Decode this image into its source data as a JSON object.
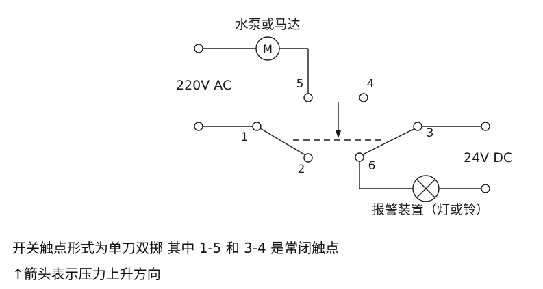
{
  "diagram": {
    "motor_label": "水泵或马达",
    "motor_symbol": "M",
    "ac_source_label": "220V AC",
    "dc_source_label": "24V DC",
    "alarm_label": "报警装置（灯或铃）",
    "contacts": {
      "c1": "1",
      "c2": "2",
      "c3": "3",
      "c4": "4",
      "c5": "5",
      "c6": "6"
    }
  },
  "captions": {
    "line1": "开关触点形式为单刀双掷  其中 1-5 和 3-4 是常闭触点",
    "line2": "↑箭头表示压力上升方向"
  },
  "colors": {
    "line": "#1a1a1a",
    "background": "#ffffff",
    "text": "#111111"
  }
}
